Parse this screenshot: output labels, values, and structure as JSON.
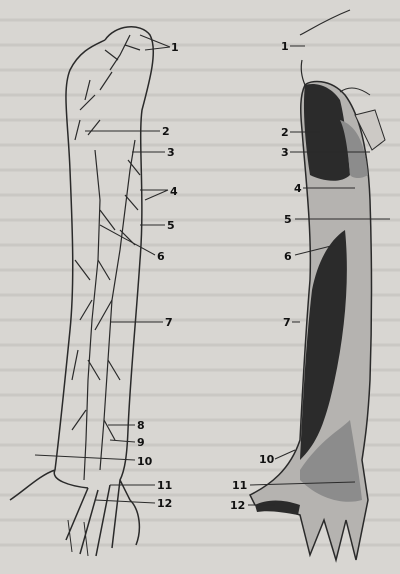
{
  "left_arm": {
    "labels": [
      "1",
      "2",
      "3",
      "4",
      "5",
      "6",
      "7",
      "8",
      "9",
      "10",
      "11",
      "12"
    ]
  },
  "right_arm": {
    "labels": [
      "1",
      "2",
      "3",
      "4",
      "5",
      "6",
      "7",
      "10",
      "11",
      "12"
    ]
  },
  "colors": {
    "background": "#d8d6d2",
    "outline": "#2a2a2a",
    "dark_region": "#2b2b2b",
    "mid_region": "#8c8c8c",
    "light_region": "#b5b3b0"
  }
}
